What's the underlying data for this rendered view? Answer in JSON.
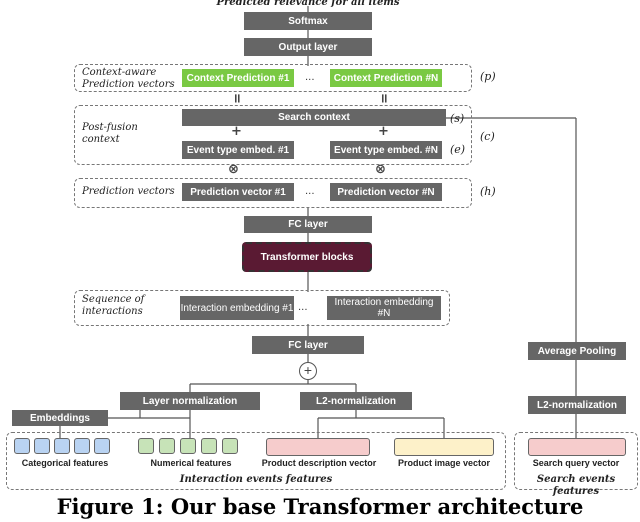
{
  "top_label": "Predicted relevance for all items",
  "softmax": "Softmax",
  "output_layer": "Output layer",
  "context_prediction_group_label": "Context-aware Prediction vectors",
  "context_prediction_1": "Context Prediction #1",
  "context_prediction_n": "Context  Prediction #N",
  "tag_p": "(p)",
  "equals": "=",
  "search_context": "Search context",
  "tag_s": "(s)",
  "post_fusion_label": "Post-fusion context",
  "tag_c": "(c)",
  "plus": "+",
  "event_type_1": "Event type embed. #1",
  "event_type_n": "Event type embed. #N",
  "tag_e": "(e)",
  "otimes": "⊗",
  "prediction_vectors_label": "Prediction vectors",
  "prediction_vector_1": "Prediction vector #1",
  "prediction_vector_n": "Prediction vector #N",
  "tag_h": "(h)",
  "ellipsis": "...",
  "fc_layer_top": "FC layer",
  "transformer_blocks": "Transformer blocks",
  "sequence_label": "Sequence of interactions",
  "interaction_embedding_1": "Interaction embedding #1",
  "interaction_embedding_n": "Interaction embedding #N",
  "fc_layer_bottom": "FC layer",
  "oplus": "⊕",
  "layer_normalization": "Layer normalization",
  "l2_normalization_left": "L2-normalization",
  "embeddings": "Embeddings",
  "categorical_features": "Categorical features",
  "numerical_features": "Numerical features",
  "product_description_vector": "Product description vector",
  "product_image_vector": "Product image vector",
  "interaction_events_features": "Interaction events features",
  "average_pooling": "Average Pooling",
  "l2_normalization_right": "L2-normalization",
  "search_query_vector": "Search query vector",
  "search_events_features": "Search events features",
  "caption": "Figure 1: Our base Transformer architecture",
  "colors": {
    "box": "#666666",
    "green": "#7ac943",
    "transformer": "#5a1a33",
    "categorical": "#b9d3f2",
    "numerical": "#c7e3b8",
    "product_description": "#f6cccc",
    "product_image": "#fdf1c9"
  }
}
